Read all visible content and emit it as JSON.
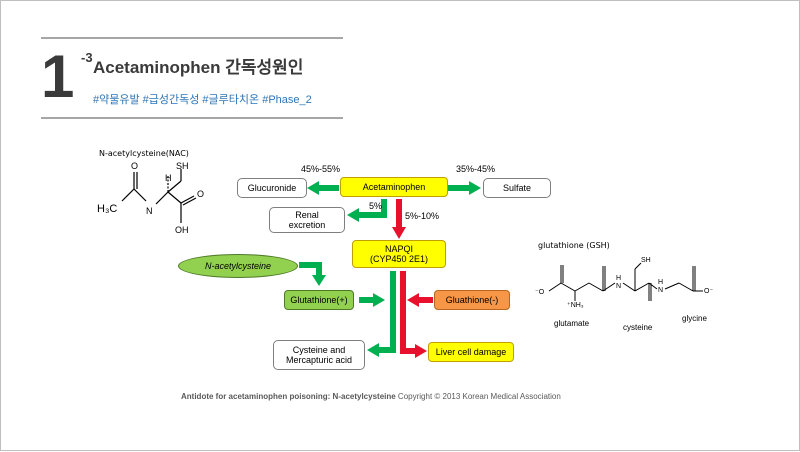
{
  "header": {
    "number": "1",
    "superscript": "-3",
    "title": "Acetaminophen 간독성원인",
    "tags": "#약물유발 #급성간독성 #글루타치온 #Phase_2"
  },
  "nac": {
    "label": "N-acetylcysteine(NAC)",
    "atoms": {
      "sh": "SH",
      "o": "O",
      "h": "H",
      "n": "N",
      "h3c": "H₃C",
      "oh": "OH"
    }
  },
  "pathway": {
    "acetaminophen": "Acetaminophen",
    "glucuronide": "Glucuronide",
    "sulfate": "Sulfate",
    "renal": "Renal excretion",
    "napqi_line1": "NAPQI",
    "napqi_line2": "(CYP450 2E1)",
    "nac_ellipse": "N-acetylcysteine",
    "glutathione_plus": "Glutathione(+)",
    "glutathione_minus": "Gluathione(-)",
    "cysteine_line1": "Cysteine and",
    "cysteine_line2": "Mercapturic acid",
    "liver": "Liver cell damage",
    "pct_glucuronide": "45%-55%",
    "pct_sulfate": "35%-45%",
    "pct_renal": "5%",
    "pct_napqi": "5%-10%"
  },
  "gsh": {
    "label": "glutathione (GSH)",
    "glutamate": "glutamate",
    "cysteine": "cysteine",
    "glycine": "glycine",
    "atoms": {
      "o_minus": "⁻O",
      "o_minus_right": "O⁻",
      "nh3": "⁺NH₃",
      "sh": "SH",
      "h": "H",
      "n": "N"
    }
  },
  "footer": {
    "bold": "Antidote for acetaminophen poisoning: N-acetylcysteine",
    "rest": " Copyright © 2013 Korean Medical Association"
  },
  "colors": {
    "green_arrow": "#00b050",
    "red_arrow": "#e8112d",
    "yellow_box": "#ffff00",
    "green_box": "#92d050",
    "orange_box": "#f79646",
    "tags": "#2e75b6"
  }
}
